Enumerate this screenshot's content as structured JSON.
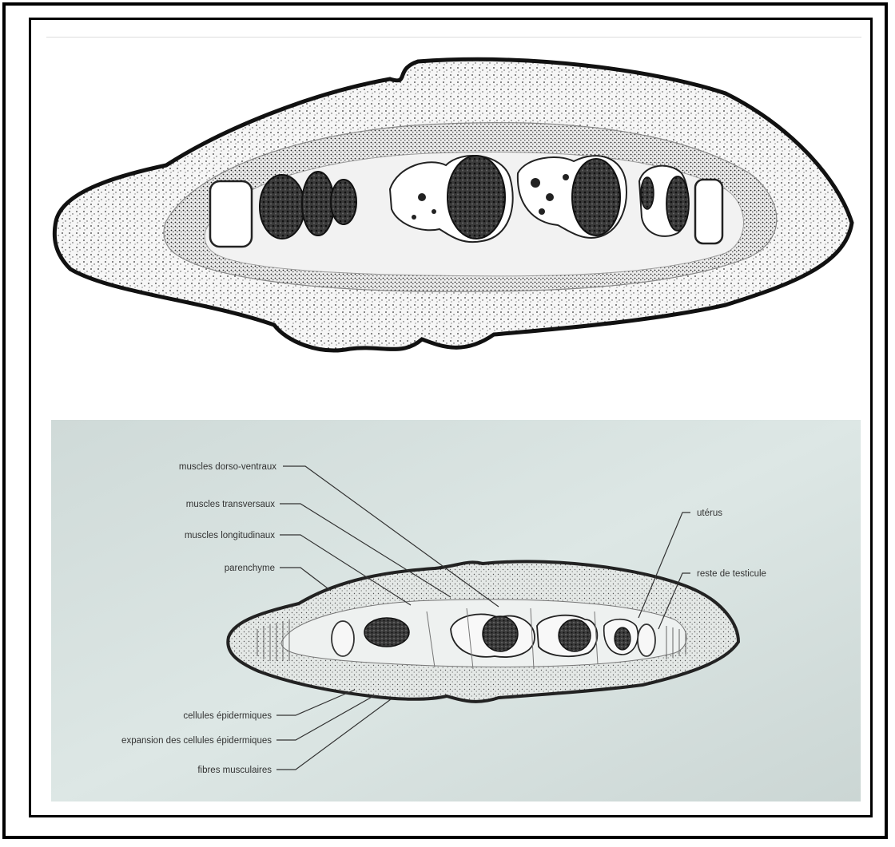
{
  "bottom_labels": {
    "muscles_dorso_ventraux": "muscles dorso-ventraux",
    "muscles_transversaux": "muscles transversaux",
    "muscles_longitudinaux": "muscles longitudinaux",
    "parenchyme": "parenchyme",
    "cellules_epidermiques": "cellules épidermiques",
    "expansion_cellules": "expansion des cellules épidermiques",
    "fibres_musculaires": "fibres musculaires",
    "uterus": "utérus",
    "reste_testicule": "reste de testicule"
  },
  "colors": {
    "frame": "#000000",
    "photo_background": "#d8e3e1",
    "tissue_fill": "#ece9e2",
    "organ_dark": "#2a2a2a"
  }
}
